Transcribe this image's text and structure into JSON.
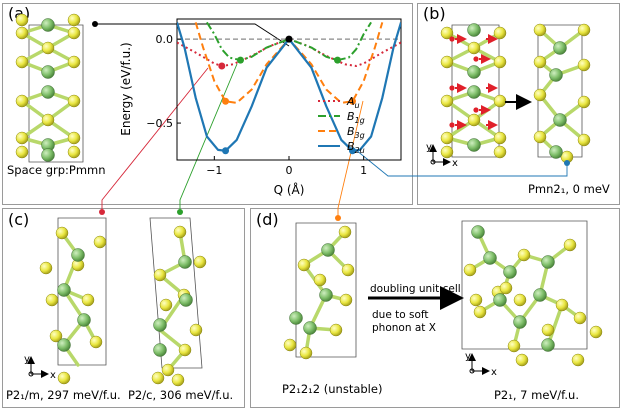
{
  "panels": {
    "a": {
      "label": "(a)",
      "caption": "Space grp:Pmmn"
    },
    "b": {
      "label": "(b)",
      "caption": "Pmn2₁, 0 meV"
    },
    "c": {
      "label": "(c)",
      "caption_left": "P2₁/m, 297 meV/f.u.",
      "caption_right": "P2/c, 306 meV/f.u."
    },
    "d": {
      "label": "(d)",
      "caption_left": "P2₁2₁2 (unstable)",
      "caption_right": "P2₁, 7 meV/f.u.",
      "arrow_text_1": "doubling unit cell",
      "arrow_text_2": "due to soft",
      "arrow_text_3": "phonon at X"
    }
  },
  "axes_small": {
    "y": "y",
    "x": "x"
  },
  "colors": {
    "Au": "#d6283a",
    "B1g": "#2ca02c",
    "B3g": "#ff7f0e",
    "B2u": "#1f77b4",
    "green_atom": "#7fbf6a",
    "yellow_atom": "#e9e640",
    "bond": "#b8d86a"
  },
  "chart_data": {
    "type": "line",
    "xlabel": "Q (Å)",
    "ylabel": "Energy (eV/f.u.)",
    "xlim": [
      -1.5,
      1.5
    ],
    "ylim": [
      -0.72,
      0.12
    ],
    "xticks": [
      -1,
      0,
      1
    ],
    "xtick_labels": [
      "−1",
      "0",
      "1"
    ],
    "yticks": [
      0.0,
      -0.5
    ],
    "ytick_labels": [
      "0.0",
      "−0.5"
    ],
    "reference_line_y": 0.0,
    "legend_position": "center-right",
    "series": [
      {
        "name": "A_u",
        "label_main": "A",
        "label_sub": "u",
        "style": "dotted",
        "x": [
          -1.5,
          -1.25,
          -1.0,
          -0.9,
          -0.75,
          -0.5,
          -0.25,
          0,
          0.25,
          0.5,
          0.75,
          0.9,
          1.0,
          1.25,
          1.5
        ],
        "y": [
          -0.02,
          -0.08,
          -0.145,
          -0.16,
          -0.15,
          -0.1,
          -0.04,
          0,
          -0.04,
          -0.1,
          -0.15,
          -0.16,
          -0.145,
          -0.08,
          -0.02
        ],
        "marker_x": -0.9,
        "marker_y": -0.16
      },
      {
        "name": "B_1g",
        "label_main": "B",
        "label_sub": "1g",
        "style": "dashdot",
        "x": [
          -1.1,
          -1.0,
          -0.9,
          -0.8,
          -0.65,
          -0.5,
          -0.3,
          0,
          0.3,
          0.5,
          0.65,
          0.8,
          0.9,
          1.0,
          1.1
        ],
        "y": [
          0.1,
          0.03,
          -0.06,
          -0.11,
          -0.125,
          -0.105,
          -0.05,
          0,
          -0.05,
          -0.105,
          -0.125,
          -0.11,
          -0.06,
          0.03,
          0.1
        ],
        "marker_x": -0.65,
        "marker_y": -0.125
      },
      {
        "name": "B_3g",
        "label_main": "B",
        "label_sub": "3g",
        "style": "dashed",
        "x": [
          -1.25,
          -1.15,
          -1.0,
          -0.85,
          -0.7,
          -0.5,
          -0.3,
          0,
          0.3,
          0.5,
          0.7,
          0.85,
          1.0,
          1.15,
          1.25
        ],
        "y": [
          0.1,
          -0.05,
          -0.25,
          -0.37,
          -0.38,
          -0.3,
          -0.15,
          0,
          -0.15,
          -0.3,
          -0.38,
          -0.37,
          -0.25,
          -0.05,
          0.1
        ],
        "marker_x": -0.85,
        "marker_y": -0.37
      },
      {
        "name": "B_2u",
        "label_main": "B",
        "label_sub": "2u",
        "style": "solid",
        "x": [
          -1.5,
          -1.4,
          -1.25,
          -1.1,
          -0.95,
          -0.85,
          -0.7,
          -0.5,
          -0.3,
          0,
          0.3,
          0.5,
          0.7,
          0.85,
          0.95,
          1.1,
          1.25,
          1.4,
          1.5
        ],
        "y": [
          0.1,
          -0.05,
          -0.35,
          -0.58,
          -0.66,
          -0.665,
          -0.6,
          -0.4,
          -0.17,
          0,
          -0.17,
          -0.4,
          -0.6,
          -0.665,
          -0.66,
          -0.58,
          -0.35,
          -0.05,
          0.1
        ],
        "marker_x": -0.85,
        "marker_y": -0.665
      }
    ],
    "point_markers": [
      {
        "x": 0,
        "y": 0
      },
      {
        "x": 0.85,
        "y": -0.665
      },
      {
        "x": 0.65,
        "y": -0.125
      },
      {
        "x": 0.85,
        "y": -0.37
      }
    ]
  }
}
